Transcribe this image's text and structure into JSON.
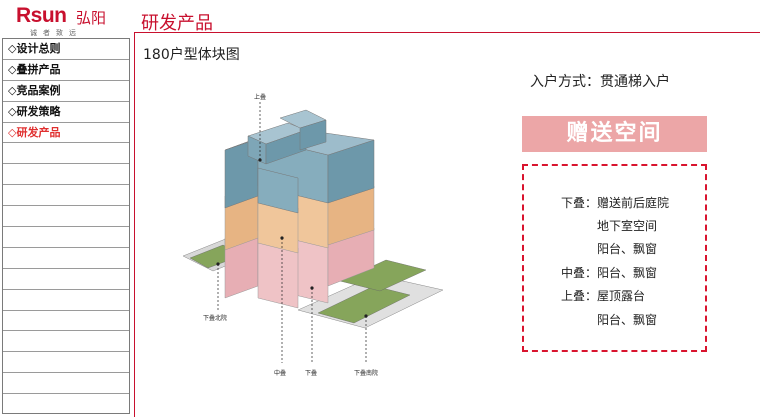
{
  "logo": {
    "brand": "Rsun",
    "cn": "弘阳",
    "slogan": "诚者致远"
  },
  "header": {
    "title": "研发产品"
  },
  "sidebar": {
    "items": [
      {
        "label": "◇设计总则",
        "active": false
      },
      {
        "label": "◇叠拼产品",
        "active": false
      },
      {
        "label": "◇竞品案例",
        "active": false
      },
      {
        "label": "◇研发策略",
        "active": false
      },
      {
        "label": "◇研发产品",
        "active": true
      }
    ]
  },
  "main": {
    "subtitle": "180户型体块图",
    "entry": "入户方式：贯通梯入户",
    "bonus_title": "赠送空间",
    "bonus_rows": [
      {
        "cat": "下叠：",
        "val": "赠送前后庭院"
      },
      {
        "cat": "",
        "val": "地下室空间"
      },
      {
        "cat": "",
        "val": "阳台、飘窗"
      },
      {
        "cat": "中叠：",
        "val": "阳台、飘窗"
      },
      {
        "cat": "上叠：",
        "val": "屋顶露台"
      },
      {
        "cat": "",
        "val": "阳台、飘窗"
      }
    ]
  },
  "diagram": {
    "labels": {
      "top": "上叠",
      "north": "下叠北院",
      "middle": "中叠",
      "lower": "下叠",
      "south": "下叠南院"
    },
    "colors": {
      "upper": "#7ea6b7",
      "middle": "#ecbf93",
      "lower": "#ecbcc0",
      "garden": "#86a55b",
      "wall": "#d8d8d8"
    }
  }
}
